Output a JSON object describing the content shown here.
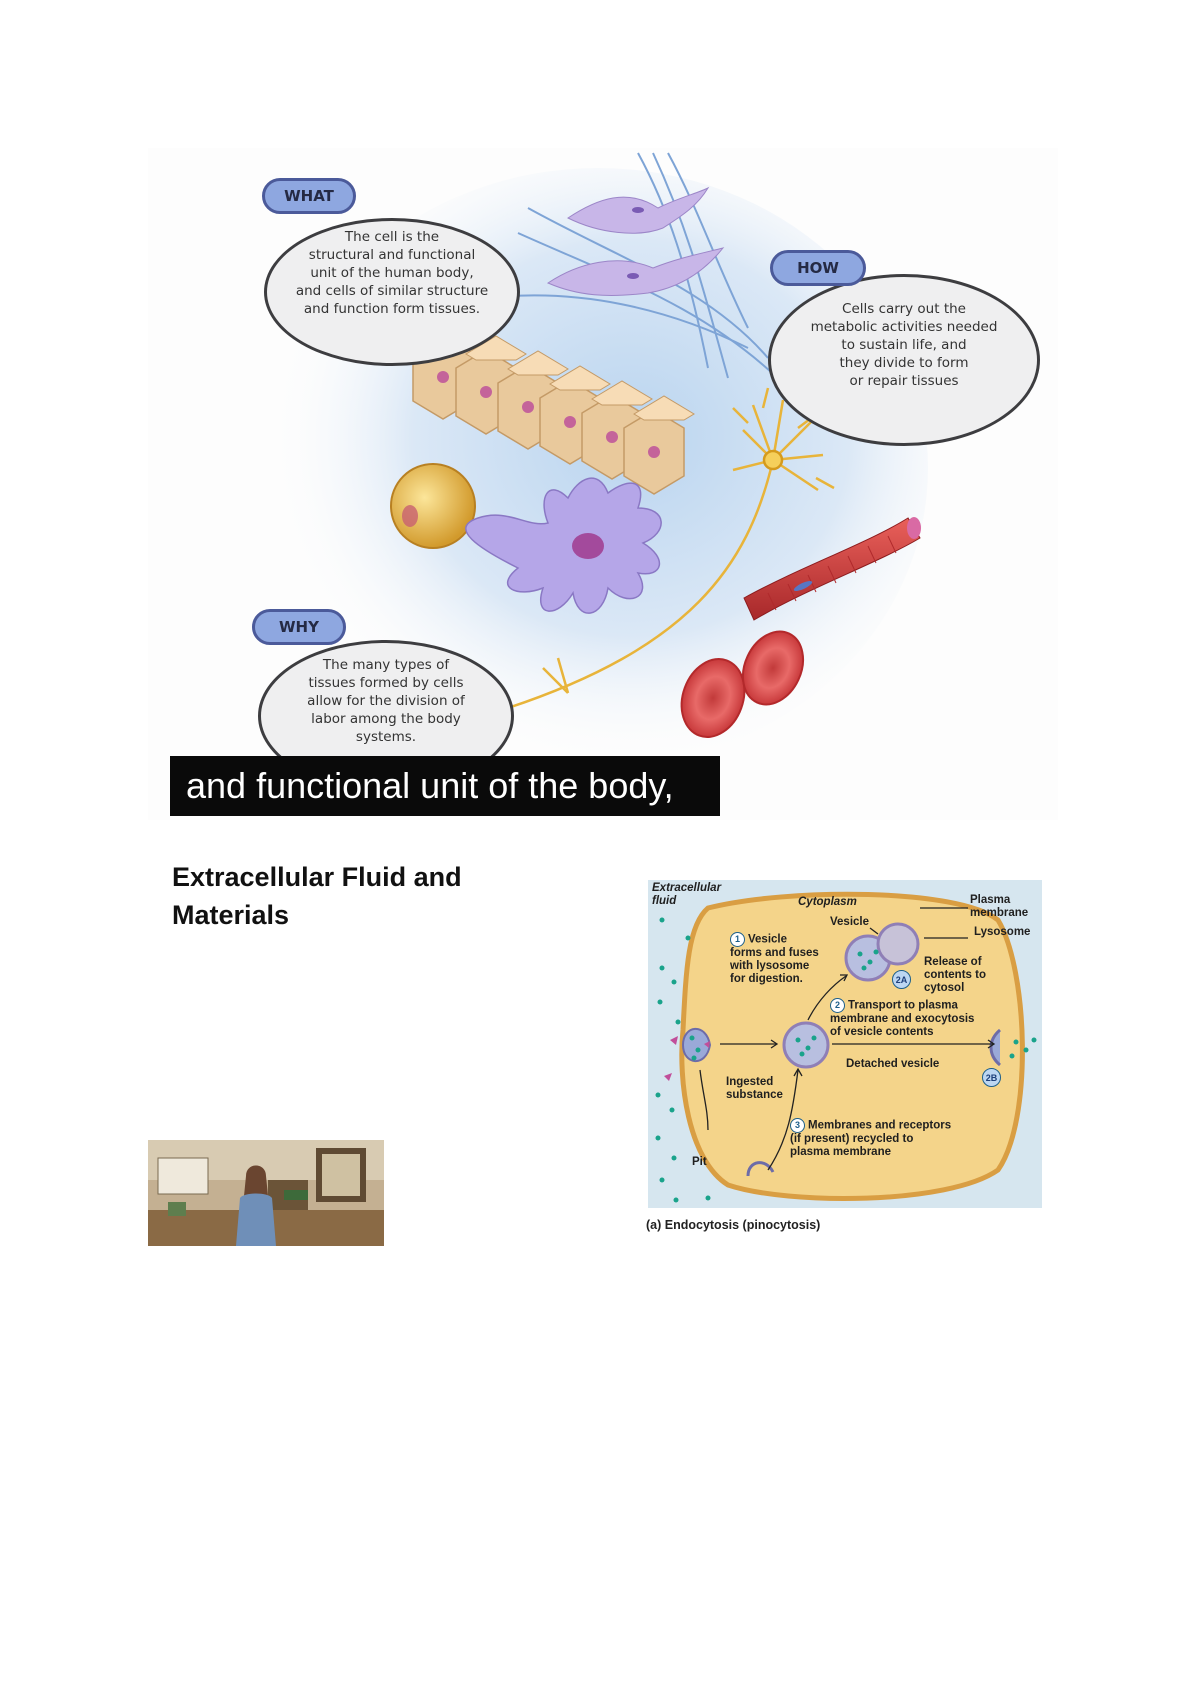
{
  "slide1": {
    "what": {
      "label": "WHAT",
      "lines": [
        "The cell is the",
        "structural and functional",
        "unit of the human body,",
        "and cells of similar structure",
        "and function form tissues."
      ]
    },
    "how": {
      "label": "HOW",
      "lines": [
        "Cells carry out the",
        "metabolic activities needed",
        "to sustain life, and",
        "they divide to form",
        "or repair tissues"
      ]
    },
    "why": {
      "label": "WHY",
      "lines": [
        "The many types of",
        "tissues formed by cells",
        "allow for the division of",
        "labor among the body",
        "systems."
      ]
    },
    "caption": "and functional unit of the body,"
  },
  "slide2": {
    "title_line1": "Extracellular Fluid and",
    "title_line2": "Materials",
    "figure": {
      "extracellular_fluid": [
        "Extracellular",
        "fluid"
      ],
      "cytoplasm": "Cytoplasm",
      "plasma_membrane": [
        "Plasma",
        "membrane"
      ],
      "lysosome": "Lysosome",
      "vesicle": "Vesicle",
      "step1_num": "1",
      "step1": [
        "Vesicle",
        "forms and fuses",
        "with lysosome",
        "for digestion."
      ],
      "release": [
        "Release of",
        "contents to",
        "cytosol"
      ],
      "tag_2a": "2A",
      "step2_num": "2",
      "step2": [
        "Transport to plasma",
        "membrane and exocytosis",
        "of vesicle contents"
      ],
      "detached_vesicle": "Detached vesicle",
      "tag_2b": "2B",
      "ingested": [
        "Ingested",
        "substance"
      ],
      "step3_num": "3",
      "step3": [
        "Membranes and receptors",
        "(if present) recycled to",
        "plasma membrane"
      ],
      "pit": "Pit",
      "caption": "(a) Endocytosis (pinocytosis)"
    }
  },
  "colors": {
    "pill_fill": "#8ea7e0",
    "bubble_fill": "#efeff0",
    "caption_bg": "#0a0a0a",
    "cell_fill": "#f4d48a",
    "panel_bg": "#d6e6ef"
  },
  "icons": [
    "fibroblast-cell-icon",
    "epithelial-cells-icon",
    "egg-cell-icon",
    "macrophage-cell-icon",
    "neuron-icon",
    "muscle-fiber-icon",
    "red-blood-cells-icon",
    "video-presenter-thumbnail"
  ]
}
